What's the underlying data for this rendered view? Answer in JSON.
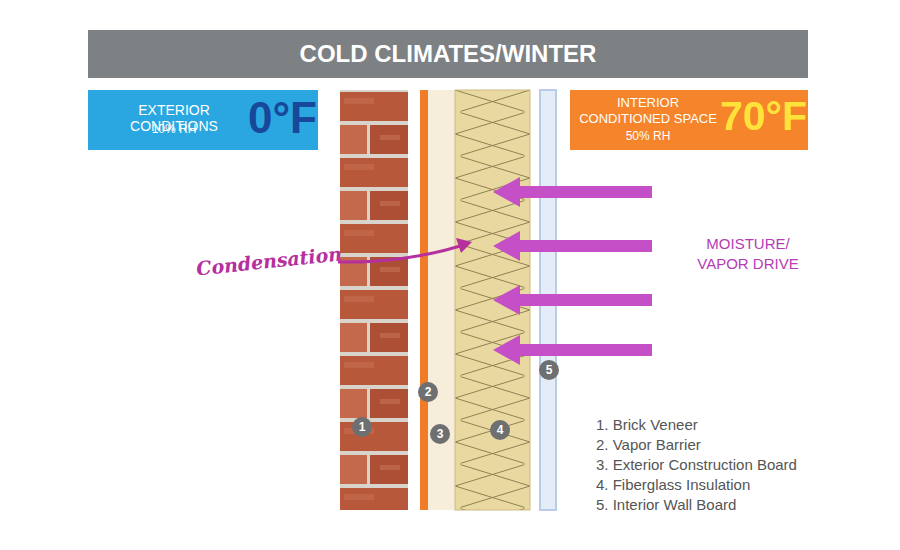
{
  "diagram": {
    "title": "COLD CLIMATES/WINTER",
    "nodes": [
      {
        "text": [
          "EXTERIOR CONDITIONS",
          "10% RH",
          "0°F"
        ]
      },
      {
        "text": [
          "INTERIOR CONDITIONED SPACE",
          "50% RH",
          "70°F"
        ]
      },
      {
        "text": [
          "1"
        ]
      },
      {
        "text": [
          "2"
        ]
      },
      {
        "text": [
          "3"
        ]
      },
      {
        "text": [
          "4"
        ]
      },
      {
        "text": [
          "5"
        ]
      }
    ],
    "labels": [
      "Condensation",
      "MOISTURE/ VAPOR DRIVE",
      "1. Brick Veneer",
      "2. Vapor Barrier",
      "3. Exterior Construction Board",
      "4. Fiberglass Insulation",
      "5. Interior Wall Board"
    ]
  }
}
